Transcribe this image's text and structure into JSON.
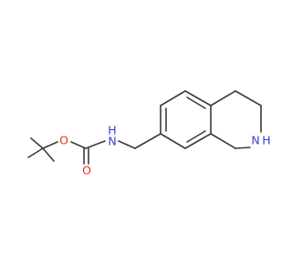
{
  "molecule": {
    "atoms": [
      {
        "id": "o_ether",
        "symbol": "O",
        "color": "#e8302a"
      },
      {
        "id": "o_carbonyl",
        "symbol": "O",
        "color": "#e8302a"
      },
      {
        "id": "n_carbamate",
        "symbol": "N",
        "color": "#3a3ad8",
        "hydrogen": "H"
      },
      {
        "id": "n_ring",
        "symbol": "N",
        "color": "#3a3ad8",
        "hydrogen": "H"
      }
    ],
    "bond_color": "#3b3b3b"
  }
}
